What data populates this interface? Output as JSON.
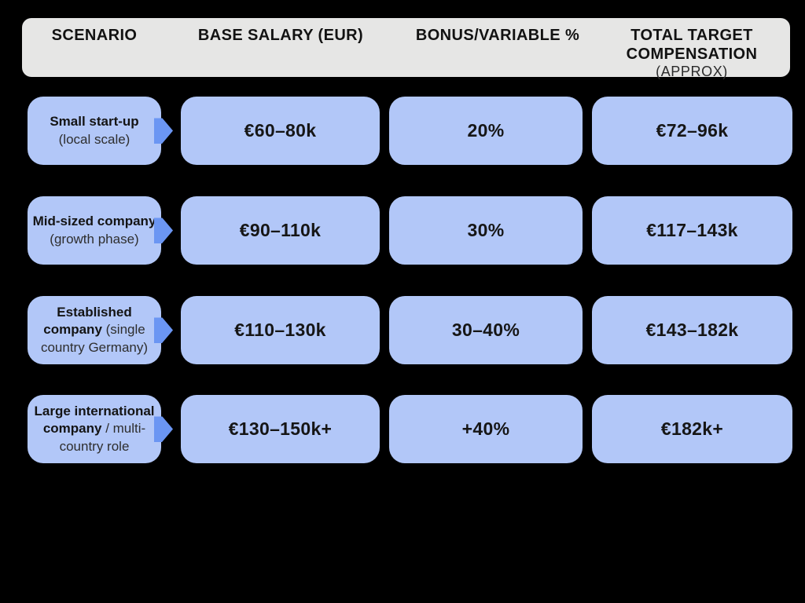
{
  "header": {
    "scenario": "SCENARIO",
    "base": "BASE SALARY (EUR)",
    "bonus": "BONUS/VARIABLE %",
    "total": "TOTAL TARGET COMPENSATION",
    "total_sub": "(APPROX)"
  },
  "rows": [
    {
      "scenario_bold": "Small start-up",
      "scenario_rest": "(local scale)",
      "base": "€60–80k",
      "bonus": "20%",
      "total": "€72–96k"
    },
    {
      "scenario_bold": "Mid-sized company",
      "scenario_rest": "(growth phase)",
      "base": "€90–110k",
      "bonus": "30%",
      "total": "€117–143k"
    },
    {
      "scenario_bold": "Established company",
      "scenario_rest": "(single country Germany)",
      "base": "€110–130k",
      "bonus": "30–40%",
      "total": "€143–182k"
    },
    {
      "scenario_bold": "Large international company",
      "scenario_rest": "/ multi-country role",
      "base": "€130–150k+",
      "bonus": "+40%",
      "total": "€182k+"
    }
  ],
  "colors": {
    "background": "#000000",
    "header_bg": "#e6e6e5",
    "cell_bg": "#b2c7f8",
    "accent_frame": "#4a79ea",
    "arrow": "#6b96f3",
    "text": "#161616"
  },
  "chart_data": {
    "type": "table",
    "title": "Compensation by company scenario",
    "columns": [
      "SCENARIO",
      "BASE SALARY (EUR)",
      "BONUS/VARIABLE %",
      "TOTAL TARGET COMPENSATION (APPROX)"
    ],
    "rows": [
      [
        "Small start-up (local scale)",
        "€60–80k",
        "20%",
        "€72–96k"
      ],
      [
        "Mid-sized company (growth phase)",
        "€90–110k",
        "30%",
        "€117–143k"
      ],
      [
        "Established company (single country Germany)",
        "€110–130k",
        "30–40%",
        "€143–182k"
      ],
      [
        "Large international company / multi-country role",
        "€130–150k+",
        "+40%",
        "€182k+"
      ]
    ]
  }
}
